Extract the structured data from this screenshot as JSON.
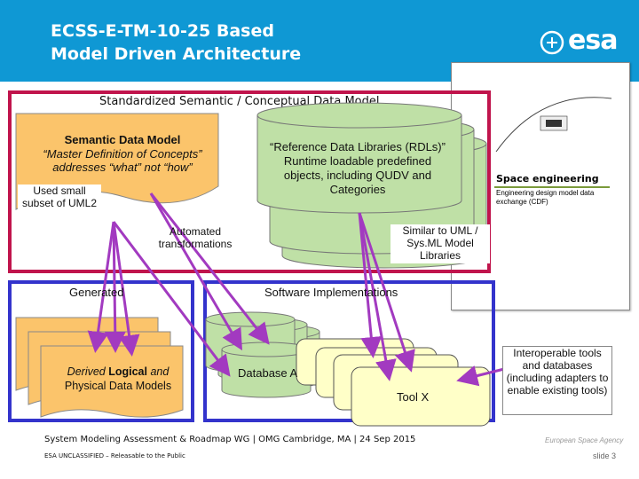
{
  "header": {
    "title": "ECSS-E-TM-10-25 Based\nModel Driven Architecture",
    "logo_text": "esa",
    "bg_color": "#0f98d4"
  },
  "document_thumbnail": {
    "title": "Space engineering",
    "subtitle": "Engineering design model data exchange (CDF)"
  },
  "red_box": {
    "label": "Standardized Semantic / Conceptual Data Model",
    "color": "#c0144c"
  },
  "semantic_model": {
    "title": "Semantic Data Model",
    "subtitle": "“Master Definition of Concepts” addresses “what” not “how”",
    "fill": "#fbc46b"
  },
  "used_small": "Used small subset of UML2",
  "automated": "Automated transformations",
  "rdl": {
    "text": "“Reference Data Libraries (RDLs)” Runtime loadable predefined objects, including QUDV and Categories",
    "fill": "#bfe0a6"
  },
  "similar_uml": "Similar to UML / Sys.ML Model Libraries",
  "blue_boxes": {
    "color": "#3333cc",
    "generated": "Generated",
    "software": "Software Implementations"
  },
  "derived": {
    "pre": "Derived ",
    "bold1": "Logical",
    "mid": " and ",
    "line2": "Physical Data Models"
  },
  "database_a": "Database A",
  "tool_x": "Tool X",
  "interop": "Interoperable tools and databases (including adapters to enable existing tools)",
  "footer": {
    "line1": "System Modeling Assessment & Roadmap WG | OMG Cambridge, MA | 24 Sep 2015",
    "line2": "ESA UNCLASSIFIED – Releasable to the Public",
    "agency": "European Space Agency",
    "slide": "slide 3"
  },
  "arrow_color": "#a23ac0"
}
